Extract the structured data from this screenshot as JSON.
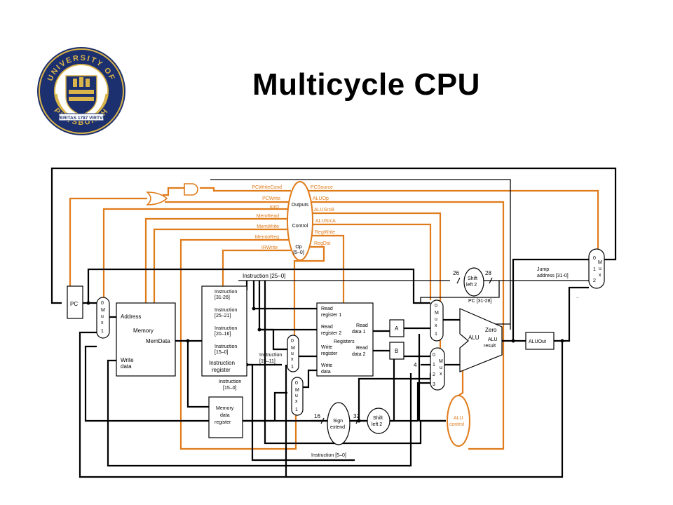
{
  "slide": {
    "title": "Multicycle CPU"
  },
  "logo": {
    "name": "university-seal",
    "text": "UNIVERSITY OF PITTSBURGH",
    "banner": "VERITAS 1787 VIRTVS"
  },
  "colors": {
    "control": "#e07b1a",
    "datapath": "#000000",
    "seal_blue": "#1c2f6e",
    "seal_gold": "#d9b44a"
  },
  "diagram": {
    "control_signals": {
      "pcwritecond": "PCWriteCond",
      "pcwrite": "PCWrite",
      "iord": "IorD",
      "memread": "MemRead",
      "memwrite": "MemWrite",
      "memtoreg": "MemtoReg",
      "irwrite": "IRWrite",
      "pcsource": "PCSource",
      "aluop": "ALUOp",
      "alusrcb": "ALUSrcB",
      "alusrca": "ALUSrcA",
      "regwrite": "RegWrite",
      "regdst": "RegDst"
    },
    "control": {
      "outputs": "Outputs",
      "label": "Control",
      "op": "Op",
      "op_bits": "[5–0]"
    },
    "pc": "PC",
    "memory": {
      "address": "Address",
      "label": "Memory",
      "memdata": "MemData",
      "write": "Write",
      "data": "data"
    },
    "instruction_register": {
      "f1a": "Instruction",
      "f1b": "[31-26]",
      "f2a": "Instruction",
      "f2b": "[25–21]",
      "f3a": "Instruction",
      "f3b": "[20–16]",
      "f4a": "Instruction",
      "f4b": "[15–0]",
      "n1": "Instruction",
      "n2": "register"
    },
    "mdr": {
      "l1": "Memory",
      "l2": "data",
      "l3": "register"
    },
    "labels": {
      "instr_25_0": "Instruction [25–0]",
      "instr_15_11_a": "Instruction",
      "instr_15_11_b": "[15–11]",
      "instr_15_0_a": "Instruction",
      "instr_15_0_b": "[15–0]",
      "instr_5_0": "Instruction [5–0]",
      "pc_31_28": "PC [31-28]",
      "jump_a": "Jump",
      "jump_b": "address [31-0]",
      "bits26": "26",
      "bits28": "28",
      "bits16": "16",
      "bits32": "32",
      "const4": "4",
      "dots": ".."
    },
    "registers": {
      "rr1a": "Read",
      "rr1b": "register 1",
      "rr2a": "Read",
      "rr2b": "register 2",
      "name": "Registers",
      "wra": "Write",
      "wrb": "register",
      "wda": "Write",
      "wdb": "data",
      "rd1a": "Read",
      "rd1b": "data 1",
      "rd2a": "Read",
      "rd2b": "data 2"
    },
    "a": "A",
    "b": "B",
    "alu": {
      "label": "ALU",
      "zero": "Zero",
      "result_a": "ALU",
      "result_b": "result"
    },
    "aluout": "ALUOut",
    "alu_control": {
      "l1": "ALU",
      "l2": "control"
    },
    "sign_extend": {
      "l1": "Sign",
      "l2": "extend"
    },
    "shift_left": {
      "l1": "Shift",
      "l2": "left 2"
    },
    "mux": {
      "m": "M",
      "u": "u",
      "x": "x",
      "in0": "0",
      "in1": "1",
      "in2": "2",
      "in3": "3"
    }
  }
}
